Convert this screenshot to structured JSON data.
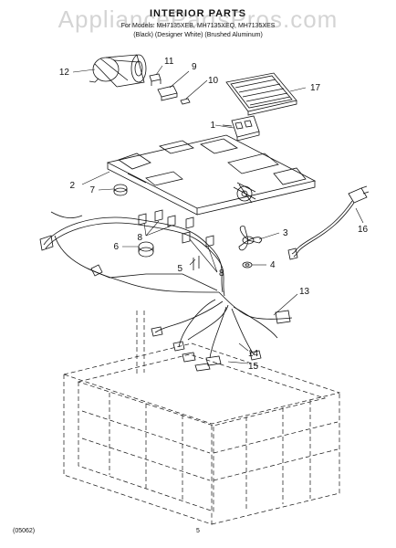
{
  "header": {
    "title": "INTERIOR PARTS",
    "subtitle_line1": "For Models: MH7135XEB, MH7135XEQ, MH7135XES",
    "subtitle_line2": "(Black)   (Designer White)   (Brushed Aluminum)"
  },
  "watermark": "AppliancePartsPros.com",
  "footer": {
    "code": "(05062)",
    "page": "5"
  },
  "callouts": [
    {
      "label": "1"
    },
    {
      "label": "2"
    },
    {
      "label": "3"
    },
    {
      "label": "4"
    },
    {
      "label": "5"
    },
    {
      "label": "6"
    },
    {
      "label": "7"
    },
    {
      "label": "8"
    },
    {
      "label": "8"
    },
    {
      "label": "9"
    },
    {
      "label": "10"
    },
    {
      "label": "11"
    },
    {
      "label": "12"
    },
    {
      "label": "13"
    },
    {
      "label": "14"
    },
    {
      "label": "15"
    },
    {
      "label": "16"
    },
    {
      "label": "17"
    }
  ],
  "colors": {
    "line": "#111111",
    "watermark": "#8a8a8a"
  }
}
